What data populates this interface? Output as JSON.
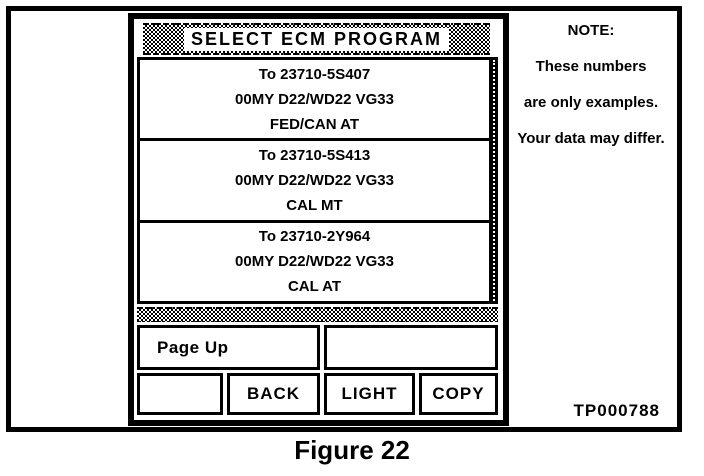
{
  "figure": {
    "caption": "Figure 22",
    "code": "TP000788"
  },
  "screen": {
    "title": "SELECT ECM PROGRAM",
    "items": [
      {
        "line1": "To 23710-5S407",
        "line2": "00MY D22/WD22 VG33",
        "line3": "FED/CAN AT"
      },
      {
        "line1": "To 23710-5S413",
        "line2": "00MY D22/WD22 VG33",
        "line3": "CAL MT"
      },
      {
        "line1": "To 23710-2Y964",
        "line2": "00MY D22/WD22 VG33",
        "line3": "CAL AT"
      }
    ],
    "page_up_label": "Page Up",
    "buttons": [
      "",
      "BACK",
      "LIGHT",
      "COPY"
    ]
  },
  "note": {
    "heading": "NOTE:",
    "lines": [
      "These numbers",
      "are only examples.",
      "Your data may differ."
    ]
  },
  "colors": {
    "ink": "#000000",
    "paper": "#ffffff"
  }
}
